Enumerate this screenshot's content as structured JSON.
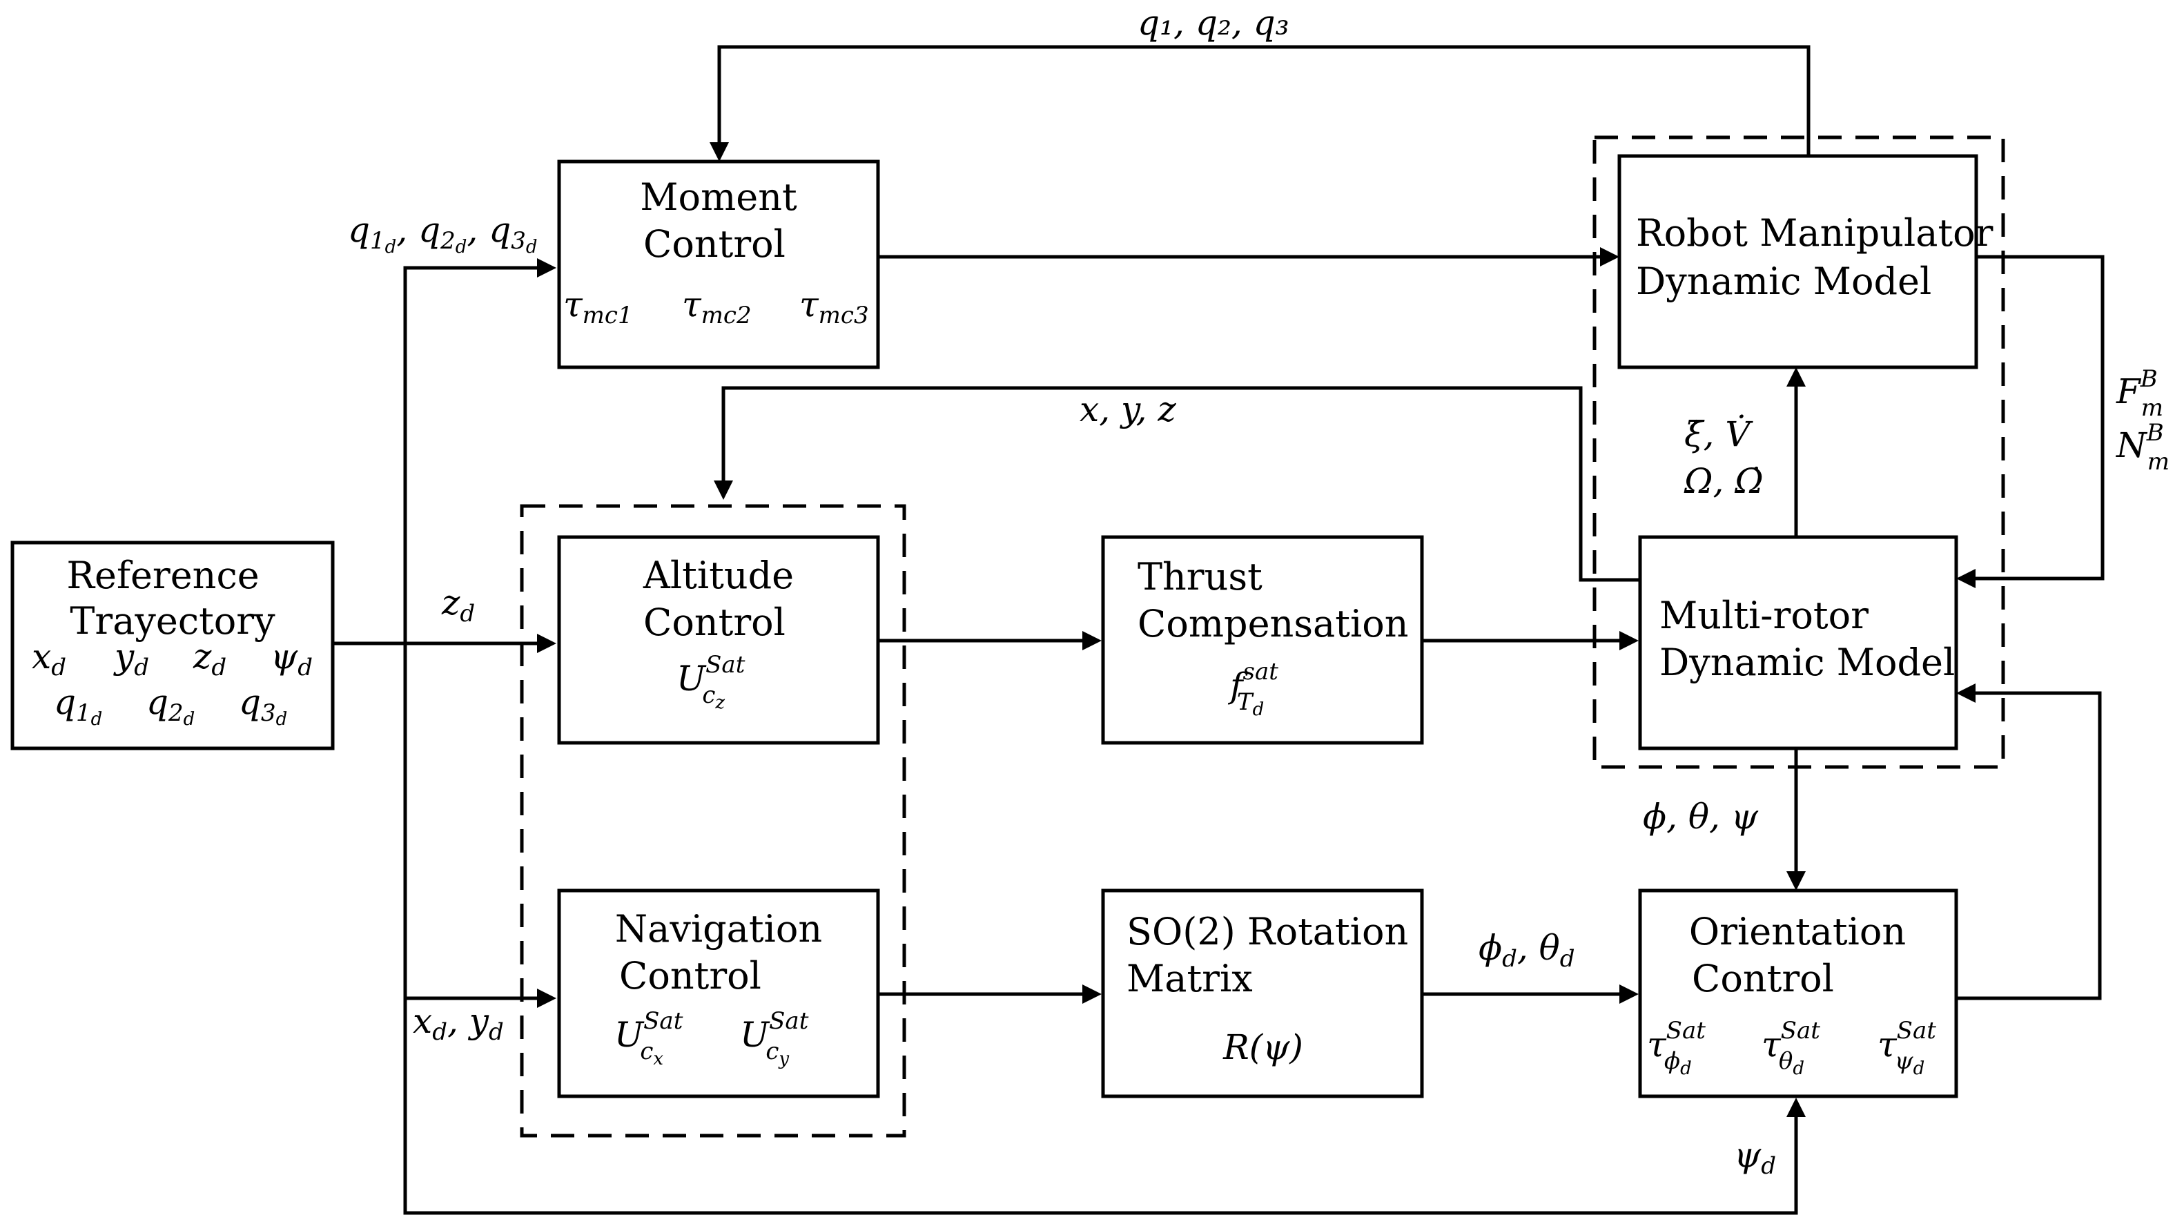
{
  "blocks": {
    "moment_control": {
      "line1": "Moment",
      "line2": "Control",
      "out1": "τ",
      "out1_sub": "mc1",
      "out2": "τ",
      "out2_sub": "mc2",
      "out3": "τ",
      "out3_sub": "mc3"
    },
    "robot_manipulator": {
      "line1": "Robot Manipulator",
      "line2": "Dynamic Model"
    },
    "reference": {
      "line1": "Reference",
      "line2": "Trayectory",
      "x": "x",
      "x_sub": "d",
      "y": "y",
      "y_sub": "d",
      "z": "z",
      "z_sub": "d",
      "psi": "ψ",
      "psi_sub": "d",
      "q1": "q",
      "q1_sub": "1",
      "q1_subsub": "d",
      "q2": "q",
      "q2_sub": "2",
      "q2_subsub": "d",
      "q3": "q",
      "q3_sub": "3",
      "q3_subsub": "d"
    },
    "altitude_control": {
      "line1": "Altitude",
      "line2": "Control",
      "u": "U",
      "u_sup": "Sat",
      "u_sub": "c",
      "u_subsub": "z"
    },
    "thrust_compensation": {
      "line1": "Thrust",
      "line2": "Compensation",
      "f": "f",
      "f_sup": "sat",
      "f_sub": "T",
      "f_subsub": "d"
    },
    "multirotor": {
      "line1": "Multi-rotor",
      "line2": "Dynamic Model"
    },
    "navigation_control": {
      "line1": "Navigation",
      "line2": "Control",
      "ux": "U",
      "ux_sup": "Sat",
      "ux_sub": "c",
      "ux_subsub": "x",
      "uy": "U",
      "uy_sup": "Sat",
      "uy_sub": "c",
      "uy_subsub": "y"
    },
    "rotation_matrix": {
      "line1": "SO(2) Rotation",
      "line2": "Matrix",
      "r": "R(ψ)"
    },
    "orientation_control": {
      "line1": "Orientation",
      "line2": "Control",
      "t1": "τ",
      "t1_sup": "Sat",
      "t1_sub": "ϕ",
      "t1_subsub": "d",
      "t2": "τ",
      "t2_sup": "Sat",
      "t2_sub": "θ",
      "t2_subsub": "d",
      "t3": "τ",
      "t3_sup": "Sat",
      "t3_sub": "ψ",
      "t3_subsub": "d"
    }
  },
  "signals": {
    "q_feedback": "q₁, q₂, q₃",
    "q_desired": {
      "q1": "q",
      "q1_sub": "1",
      "q1_subsub": "d",
      "q2": "q",
      "q2_sub": "2",
      "q2_subsub": "d",
      "q3": "q",
      "q3_sub": "3",
      "q3_subsub": "d",
      "sep": ", "
    },
    "xyz": "x, y, z",
    "zd": "z",
    "zd_sub": "d",
    "xd_yd": "x",
    "xd_sub": "d",
    "yd": "y",
    "yd_sub": "d",
    "xy_sep": ", ",
    "xi_dot_v_dot": "ξ̇, V̇",
    "omega": "Ω, Ω̇",
    "forces": {
      "f": "F",
      "f_sup": "B",
      "f_sub": "m",
      "n": "N",
      "n_sup": "B",
      "n_sub": "m"
    },
    "attitude": "ϕ, θ, ψ",
    "phid_thetad": {
      "phi": "ϕ",
      "phi_sub": "d",
      "theta": "θ",
      "theta_sub": "d",
      "sep": ", "
    },
    "psid": "ψ",
    "psid_sub": "d"
  }
}
